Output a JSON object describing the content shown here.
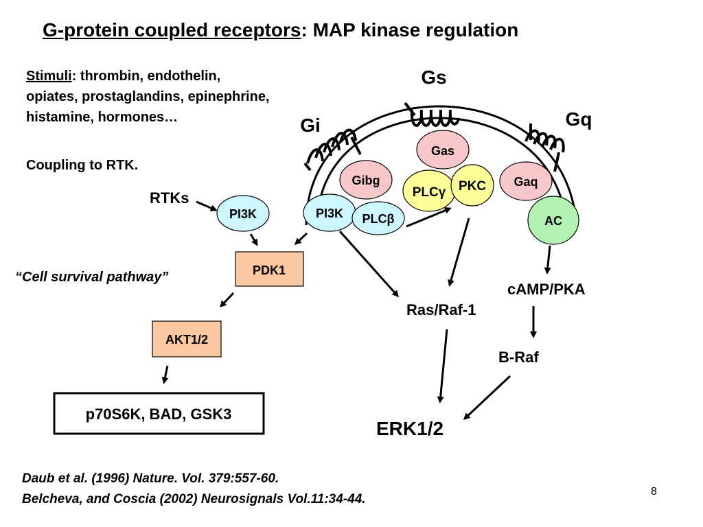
{
  "title": {
    "underlined": "G-protein coupled receptors",
    "rest": ": MAP kinase regulation"
  },
  "stimuli": {
    "label": "Stimuli",
    "line1": ": thrombin, endothelin,",
    "line2": "opiates, prostaglandins, epinephrine,",
    "line3": "histamine, hormones…"
  },
  "coupling": "Coupling to RTK.",
  "receptors": {
    "gs": "Gs",
    "gi": "Gi",
    "gq": "Gq"
  },
  "nodes": {
    "gas": "Gas",
    "gibg": "Gibg",
    "gaq": "Gaq",
    "plcg": "PLCγ",
    "pkc": "PKC",
    "pi3k_membrane": "PI3K",
    "plcb": "PLCβ",
    "ac": "AC",
    "pi3k_rtk": "PI3K",
    "pdk1": "PDK1",
    "akt": "AKT1/2",
    "targets": "p70S6K, BAD, GSK3"
  },
  "labels": {
    "rtks": "RTKs",
    "survival": "“Cell survival pathway”",
    "ras_raf": "Ras/Raf-1",
    "camp_pka": "cAMP/PKA",
    "braf": "B-Raf",
    "erk": "ERK1/2"
  },
  "citations": {
    "line1": "Daub et al. (1996) Nature. Vol. 379:557-60.",
    "line2": "Belcheva, and Coscia (2002) Neurosignals Vol.11:34-44."
  },
  "page_number": "8",
  "colors": {
    "pink": "#f8c8c8",
    "yellow": "#ffff99",
    "cyan": "#ccf7ff",
    "green": "#b2f2b2",
    "orange": "#fcc9a0"
  }
}
